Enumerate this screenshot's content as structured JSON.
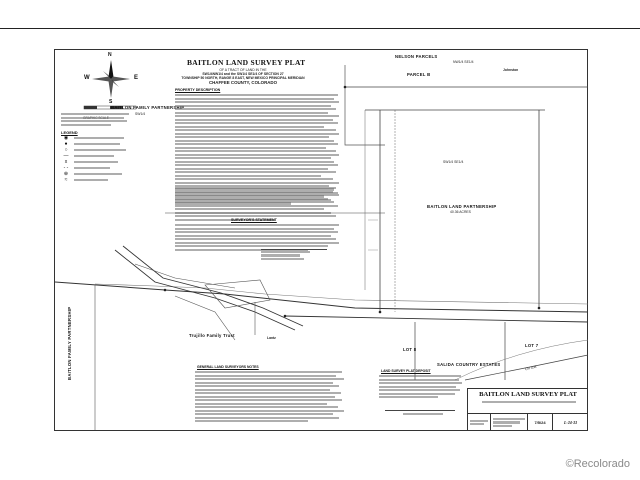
{
  "plat": {
    "title": "BAITLON LAND SURVEY PLAT",
    "subtitle_lines": [
      "OF A TRACT OF LAND IN THE",
      "SW1/4NW1/4 and the SW1/4 SE1/4 OF SECTION 27",
      "TOWNSHIP 50 NORTH, RANGE 8 EAST, NEW MEXICO PRINCIPAL MERIDIAN",
      "CHAFFEE COUNTY, COLORADO"
    ]
  },
  "compass": {
    "north": "N",
    "south": "S",
    "east": "E",
    "west": "W"
  },
  "scale": {
    "label": "GRAPHIC SCALE"
  },
  "legend": {
    "title": "LEGEND"
  },
  "labels": {
    "baitlon_family_nw": "BAITLON FAMILY PARTNERSHIP",
    "baitlon_family_nw_sub": "SW1/4",
    "baitlon_family_vertical": "BAITLON FAMILY PARTNERSHIP",
    "nelson_parcels": "NELSON PARCELS",
    "nw_quarter": "NW1/4 SE1/4",
    "parcel_b": "PARCEL B",
    "johnston": "Johnston",
    "sw_quarter": "SW1/4 SE1/4",
    "baitlon_main": "BAITLON LAND PARTNERSHIP",
    "baitlon_main_sub": "40.36 ACRES",
    "lot8": "LOT 8",
    "lot7": "LOT 7",
    "salida_estates": "SALIDA COUNTRY ESTATES",
    "trujillo": "Trujillo Family Trust",
    "lantz": "Lantz",
    "cr_road": "CR 108"
  },
  "headings": {
    "property_description": "PROPERTY DESCRIPTION",
    "surveyors_statement": "SURVEYOR'S STATEMENT",
    "general_notes": "GENERAL LAND SURVEYORS NOTES",
    "land_survey_plat_deposit": "LAND SURVEY PLAT DEPOSIT"
  },
  "title_block": {
    "name": "BAITLON LAND SURVEY PLAT",
    "date": "7/5/24",
    "sheet": "L-24-33"
  },
  "watermark": "©Recolorado"
}
